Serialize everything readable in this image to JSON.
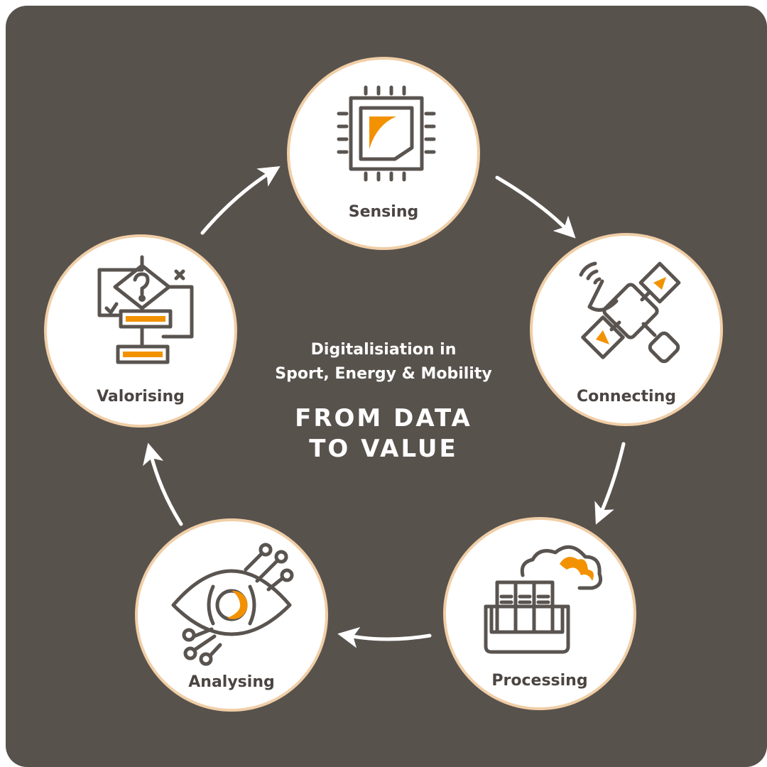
{
  "center": {
    "subtitle_line1": "Digitalisiation in",
    "subtitle_line2": "Sport, Energy & Mobility",
    "title_line1": "FROM DATA",
    "title_line2": "TO VALUE"
  },
  "stages": [
    {
      "label": "Sensing",
      "icon": "microchip-icon"
    },
    {
      "label": "Connecting",
      "icon": "satellite-icon"
    },
    {
      "label": "Processing",
      "icon": "cloud-server-box-icon"
    },
    {
      "label": "Analysing",
      "icon": "eye-circuit-icon"
    },
    {
      "label": "Valorising",
      "icon": "decision-flowchart-icon"
    }
  ],
  "colors": {
    "background": "#58524d",
    "accent": "#f39200",
    "ring": "#f0cea6",
    "icon_stroke": "#5a5450",
    "text_dark": "#4b4541",
    "arrow": "#ffffff"
  }
}
